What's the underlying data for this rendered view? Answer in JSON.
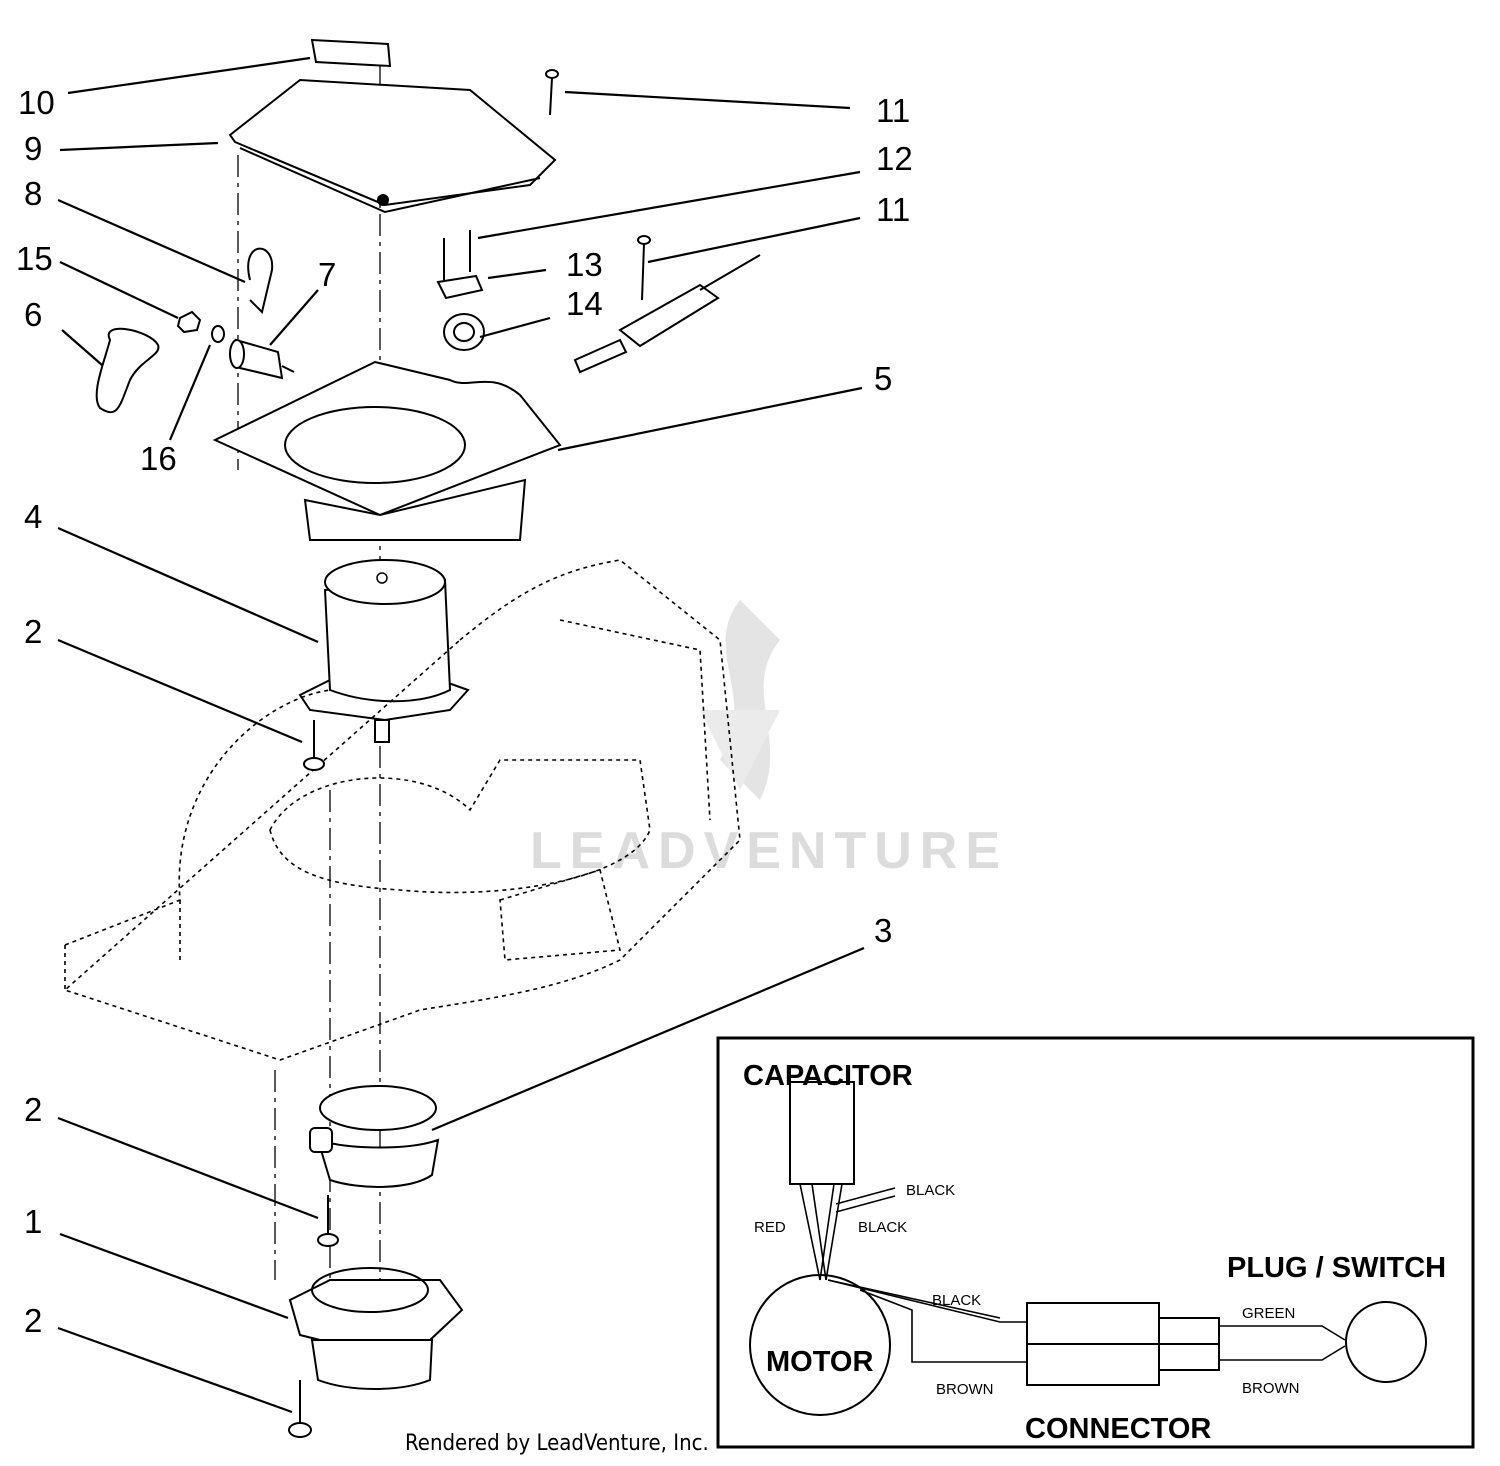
{
  "callouts": {
    "c10": "10",
    "c9": "9",
    "c8": "8",
    "c15": "15",
    "c6": "6",
    "c7": "7",
    "c16": "16",
    "c11a": "11",
    "c12": "12",
    "c11b": "11",
    "c13": "13",
    "c14": "14",
    "c5": "5",
    "c4": "4",
    "c2a": "2",
    "c3": "3",
    "c2b": "2",
    "c1": "1",
    "c2c": "2"
  },
  "wiring": {
    "capacitor": "CAPACITOR",
    "motor": "MOTOR",
    "plug_switch": "PLUG / SWITCH",
    "connector": "CONNECTOR",
    "wire_black_1": "BLACK",
    "wire_black_2": "BLACK",
    "wire_black_3": "BLACK",
    "wire_red": "RED",
    "wire_green": "GREEN",
    "wire_brown_1": "BROWN",
    "wire_brown_2": "BROWN"
  },
  "watermark": "LEADVENTURE",
  "credit": "Rendered by LeadVenture, Inc."
}
